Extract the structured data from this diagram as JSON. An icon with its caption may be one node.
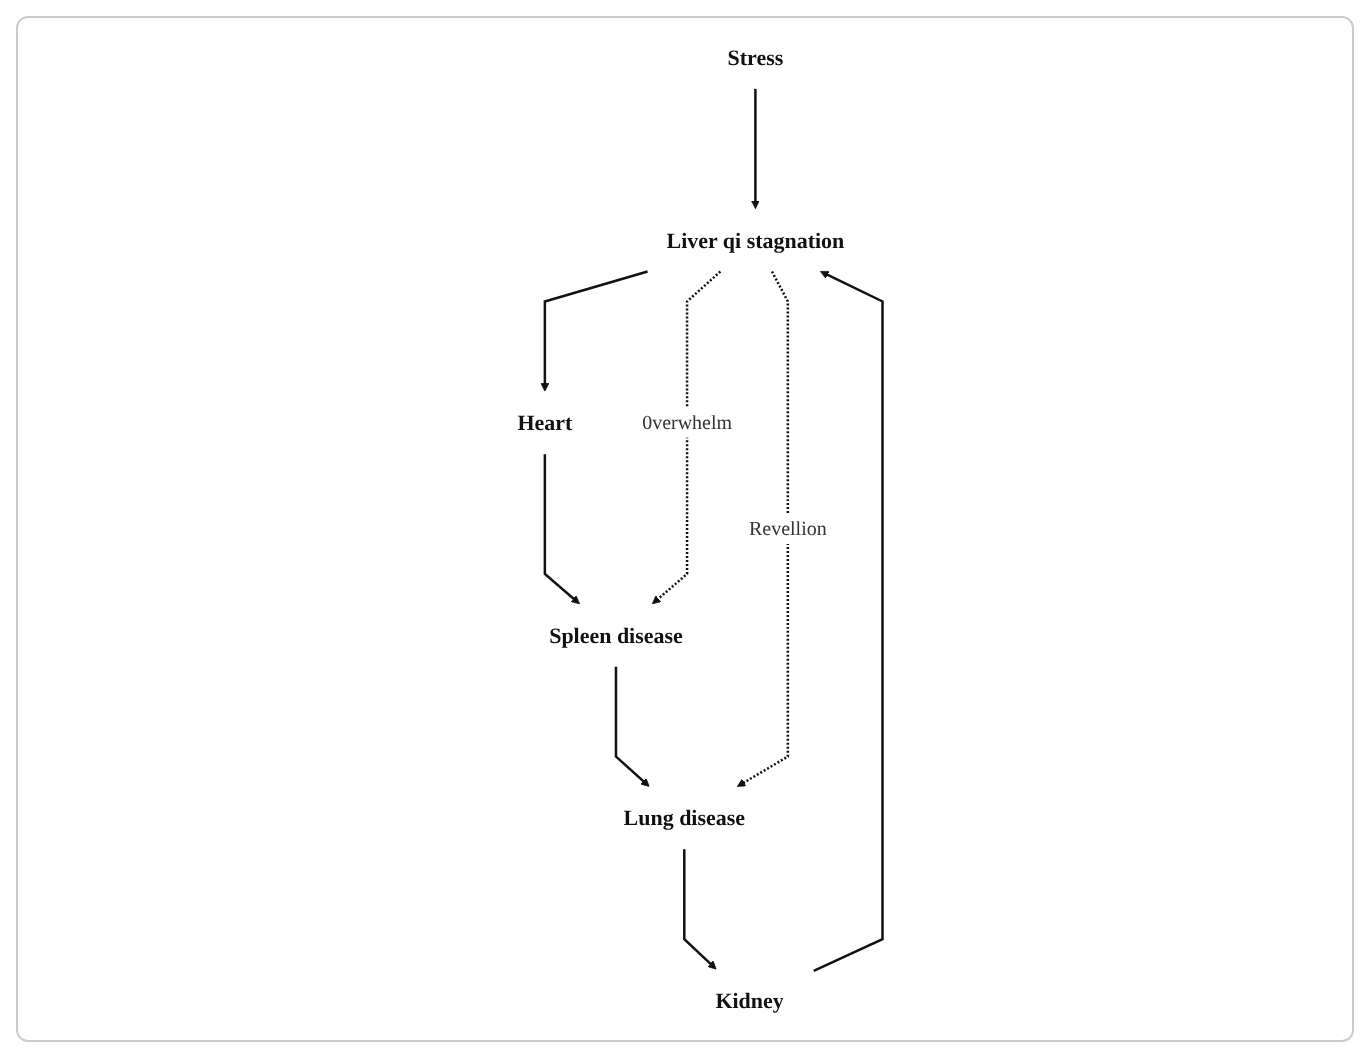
{
  "diagram": {
    "nodes": [
      {
        "text": [
          "Stress"
        ]
      },
      {
        "text": [
          "Liver qi stagnation"
        ]
      },
      {
        "text": [
          "Heart"
        ]
      },
      {
        "text": [
          "Kidney"
        ]
      },
      {
        "text": [
          "Spleen disease"
        ]
      },
      {
        "text": [
          "Lung disease"
        ]
      }
    ],
    "edges": [
      {
        "from": 0,
        "to": 1,
        "arrow": "to"
      },
      {
        "from": 1,
        "to": 2,
        "arrow": "to"
      },
      {
        "from": 2,
        "to": 4,
        "arrow": "to"
      },
      {
        "from": 4,
        "to": 5,
        "arrow": "to"
      },
      {
        "from": 5,
        "to": 3,
        "arrow": "to"
      },
      {
        "from": 3,
        "to": 1,
        "arrow": "to"
      },
      {
        "from": 1,
        "to": 5,
        "arrow": "to",
        "style": "dashed",
        "label": "Revellion"
      },
      {
        "from": 1,
        "to": 4,
        "arrow": "to",
        "style": "dashed",
        "label": "0verwhelm"
      }
    ]
  }
}
